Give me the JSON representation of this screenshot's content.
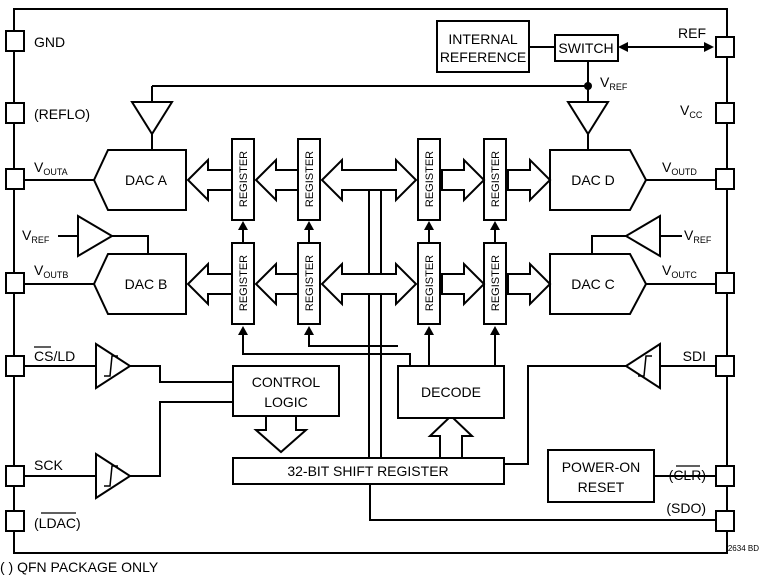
{
  "pins_left": [
    {
      "id": "gnd",
      "label": "GND"
    },
    {
      "id": "reflo",
      "label": "(REFLO)"
    },
    {
      "id": "vouta",
      "label": "V",
      "sub": "OUTA"
    },
    {
      "id": "voutb",
      "label": "V",
      "sub": "OUTB"
    },
    {
      "id": "csld",
      "label": "CS/LD"
    },
    {
      "id": "sck",
      "label": "SCK"
    },
    {
      "id": "ldac",
      "label": "(LDAC)"
    }
  ],
  "pins_right": [
    {
      "id": "ref",
      "label": "REF"
    },
    {
      "id": "vcc",
      "label": "V",
      "sub": "CC"
    },
    {
      "id": "voutd",
      "label": "V",
      "sub": "OUTD"
    },
    {
      "id": "voutc",
      "label": "V",
      "sub": "OUTC"
    },
    {
      "id": "sdi",
      "label": "SDI"
    },
    {
      "id": "clr",
      "label": "(CLR)"
    },
    {
      "id": "sdo",
      "label": "(SDO)"
    }
  ],
  "blocks": {
    "internal_reference": [
      "INTERNAL",
      "REFERENCE"
    ],
    "switch": "SWITCH",
    "dac_a": "DAC A",
    "dac_b": "DAC B",
    "dac_c": "DAC C",
    "dac_d": "DAC D",
    "control_logic": [
      "CONTROL",
      "LOGIC"
    ],
    "decode": "DECODE",
    "shift_register": "32-BIT SHIFT REGISTER",
    "power_on_reset": [
      "POWER-ON",
      "RESET"
    ],
    "register": "REGISTER"
  },
  "vref_labels": {
    "top": "V",
    "bottom": "REF",
    "left_sub": "REF"
  },
  "vref_text": "V",
  "vref_sub": "REF",
  "footnote": "( ) QFN PACKAGE ONLY",
  "drawing_id": "2634 BD"
}
